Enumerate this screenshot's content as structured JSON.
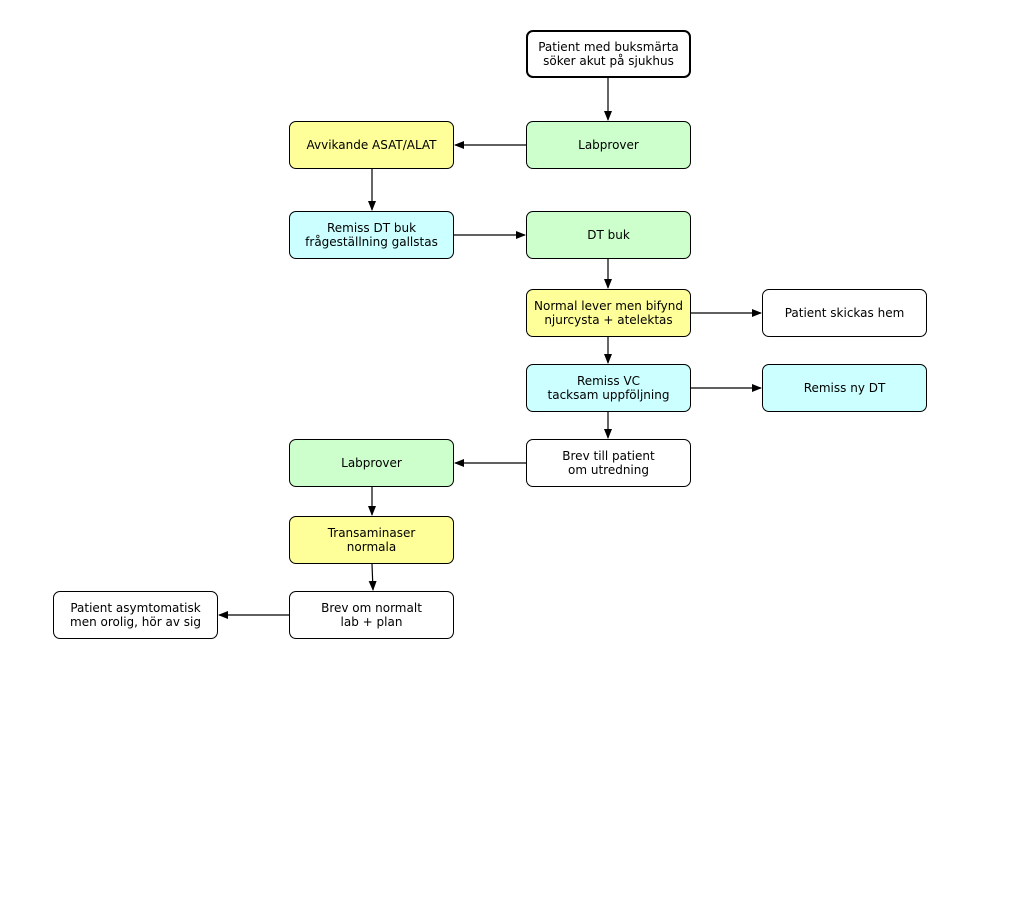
{
  "nodes": {
    "start": {
      "line1": "Patient med buksmärta",
      "line2": "söker akut på sjukhus"
    },
    "lab1": {
      "line1": "Labprover"
    },
    "avvikande": {
      "line1": "Avvikande ASAT/ALAT"
    },
    "remissdt": {
      "line1": "Remiss DT buk",
      "line2": "frågeställning gallstas"
    },
    "dtbuk": {
      "line1": "DT buk"
    },
    "normal": {
      "line1": "Normal lever men bifynd",
      "line2": "njurcysta + atelektas"
    },
    "hem": {
      "line1": "Patient skickas hem"
    },
    "remissvc": {
      "line1": "Remiss VC",
      "line2": "tacksam uppföljning"
    },
    "nydt": {
      "line1": "Remiss ny DT"
    },
    "brev1": {
      "line1": "Brev till patient",
      "line2": "om utredning"
    },
    "lab2": {
      "line1": "Labprover"
    },
    "trans": {
      "line1": "Transaminaser",
      "line2": "normala"
    },
    "brev2": {
      "line1": "Brev om normalt",
      "line2": "lab + plan"
    },
    "asym": {
      "line1": "Patient asymtomatisk",
      "line2": "men orolig, hör av sig"
    }
  },
  "colors": {
    "white": "#ffffff",
    "green": "#ccffcc",
    "yellow": "#ffff99",
    "cyan": "#ccffff",
    "stroke": "#000000"
  }
}
